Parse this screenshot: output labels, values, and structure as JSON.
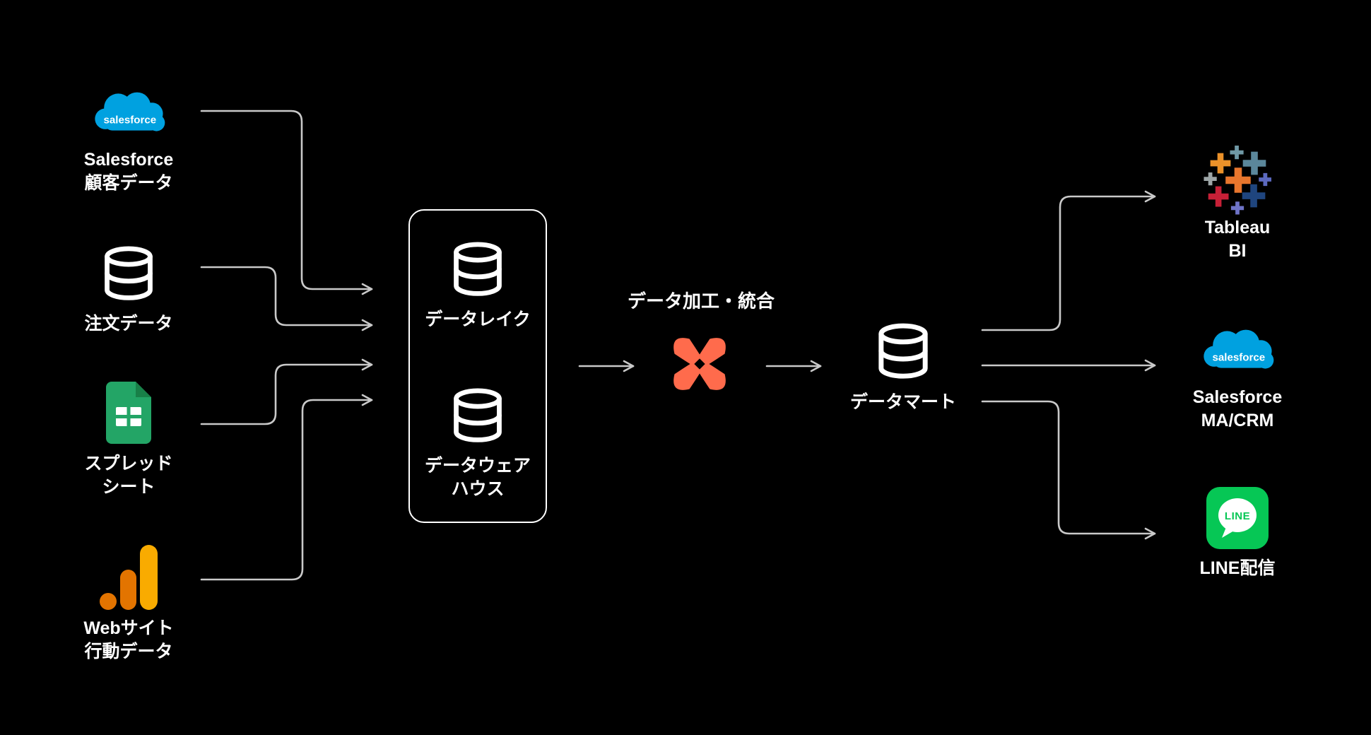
{
  "diagram": {
    "sources": [
      {
        "name": "salesforce-customer-data",
        "label": [
          "Salesforce",
          "顧客データ"
        ],
        "logo_text": "salesforce"
      },
      {
        "name": "order-data",
        "label": [
          "注文データ"
        ]
      },
      {
        "name": "spreadsheet",
        "label": [
          "スプレッド",
          "シート"
        ]
      },
      {
        "name": "website-behavior-data",
        "label": [
          "Webサイト",
          "行動データ"
        ]
      }
    ],
    "platform_box": {
      "data_lake": {
        "label": [
          "データレイク"
        ]
      },
      "data_warehouse": {
        "label": [
          "データウェア",
          "ハウス"
        ]
      }
    },
    "transform": {
      "label": "データ加工・統合"
    },
    "data_mart": {
      "label": "データマート"
    },
    "destinations": [
      {
        "name": "tableau-bi",
        "label": [
          "Tableau",
          "BI"
        ]
      },
      {
        "name": "salesforce-ma-crm",
        "label": [
          "Salesforce",
          "MA/CRM"
        ],
        "logo_text": "salesforce"
      },
      {
        "name": "line-delivery",
        "label": [
          "LINE配信"
        ],
        "logo_text": "LINE"
      }
    ],
    "colors": {
      "background": "#000000",
      "connector": "#C9C9C9",
      "text": "#FFFFFF",
      "salesforce_blue": "#00A1E0",
      "sheets_green": "#23A566",
      "sheets_fold": "#188048",
      "ga_orange": "#E37400",
      "ga_amber": "#F9AB00",
      "dbt_orange": "#FF6B4C",
      "line_green": "#06C755",
      "tableau": [
        "#E8762D",
        "#7099A6",
        "#EB9129",
        "#5B879B",
        "#9DA6A7",
        "#5C69BE",
        "#C72037",
        "#1F457E",
        "#6F74C8"
      ]
    }
  }
}
